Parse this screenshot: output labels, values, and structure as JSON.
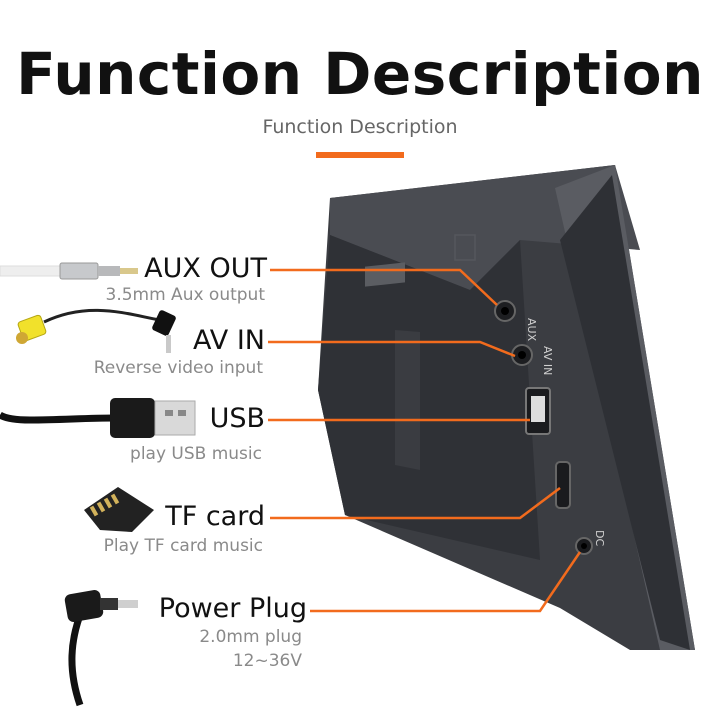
{
  "title": "Function Description",
  "subtitle": "Function Description",
  "accent_color": "#f26b1d",
  "features": [
    {
      "icon": "aux-cable-icon",
      "label": "AUX OUT",
      "desc": "3.5mm Aux output"
    },
    {
      "icon": "rca-cable-icon",
      "label": "AV IN",
      "desc": "Reverse video input"
    },
    {
      "icon": "usb-cable-icon",
      "label": "USB",
      "desc": "play USB music"
    },
    {
      "icon": "tf-card-icon",
      "label": "TF card",
      "desc": "Play TF card music"
    },
    {
      "icon": "power-plug-icon",
      "label": "Power Plug",
      "desc": "2.0mm plug",
      "desc2": "12~36V"
    }
  ],
  "device_labels": {
    "aux": "AUX",
    "av": "AV IN",
    "dc": "DC"
  }
}
